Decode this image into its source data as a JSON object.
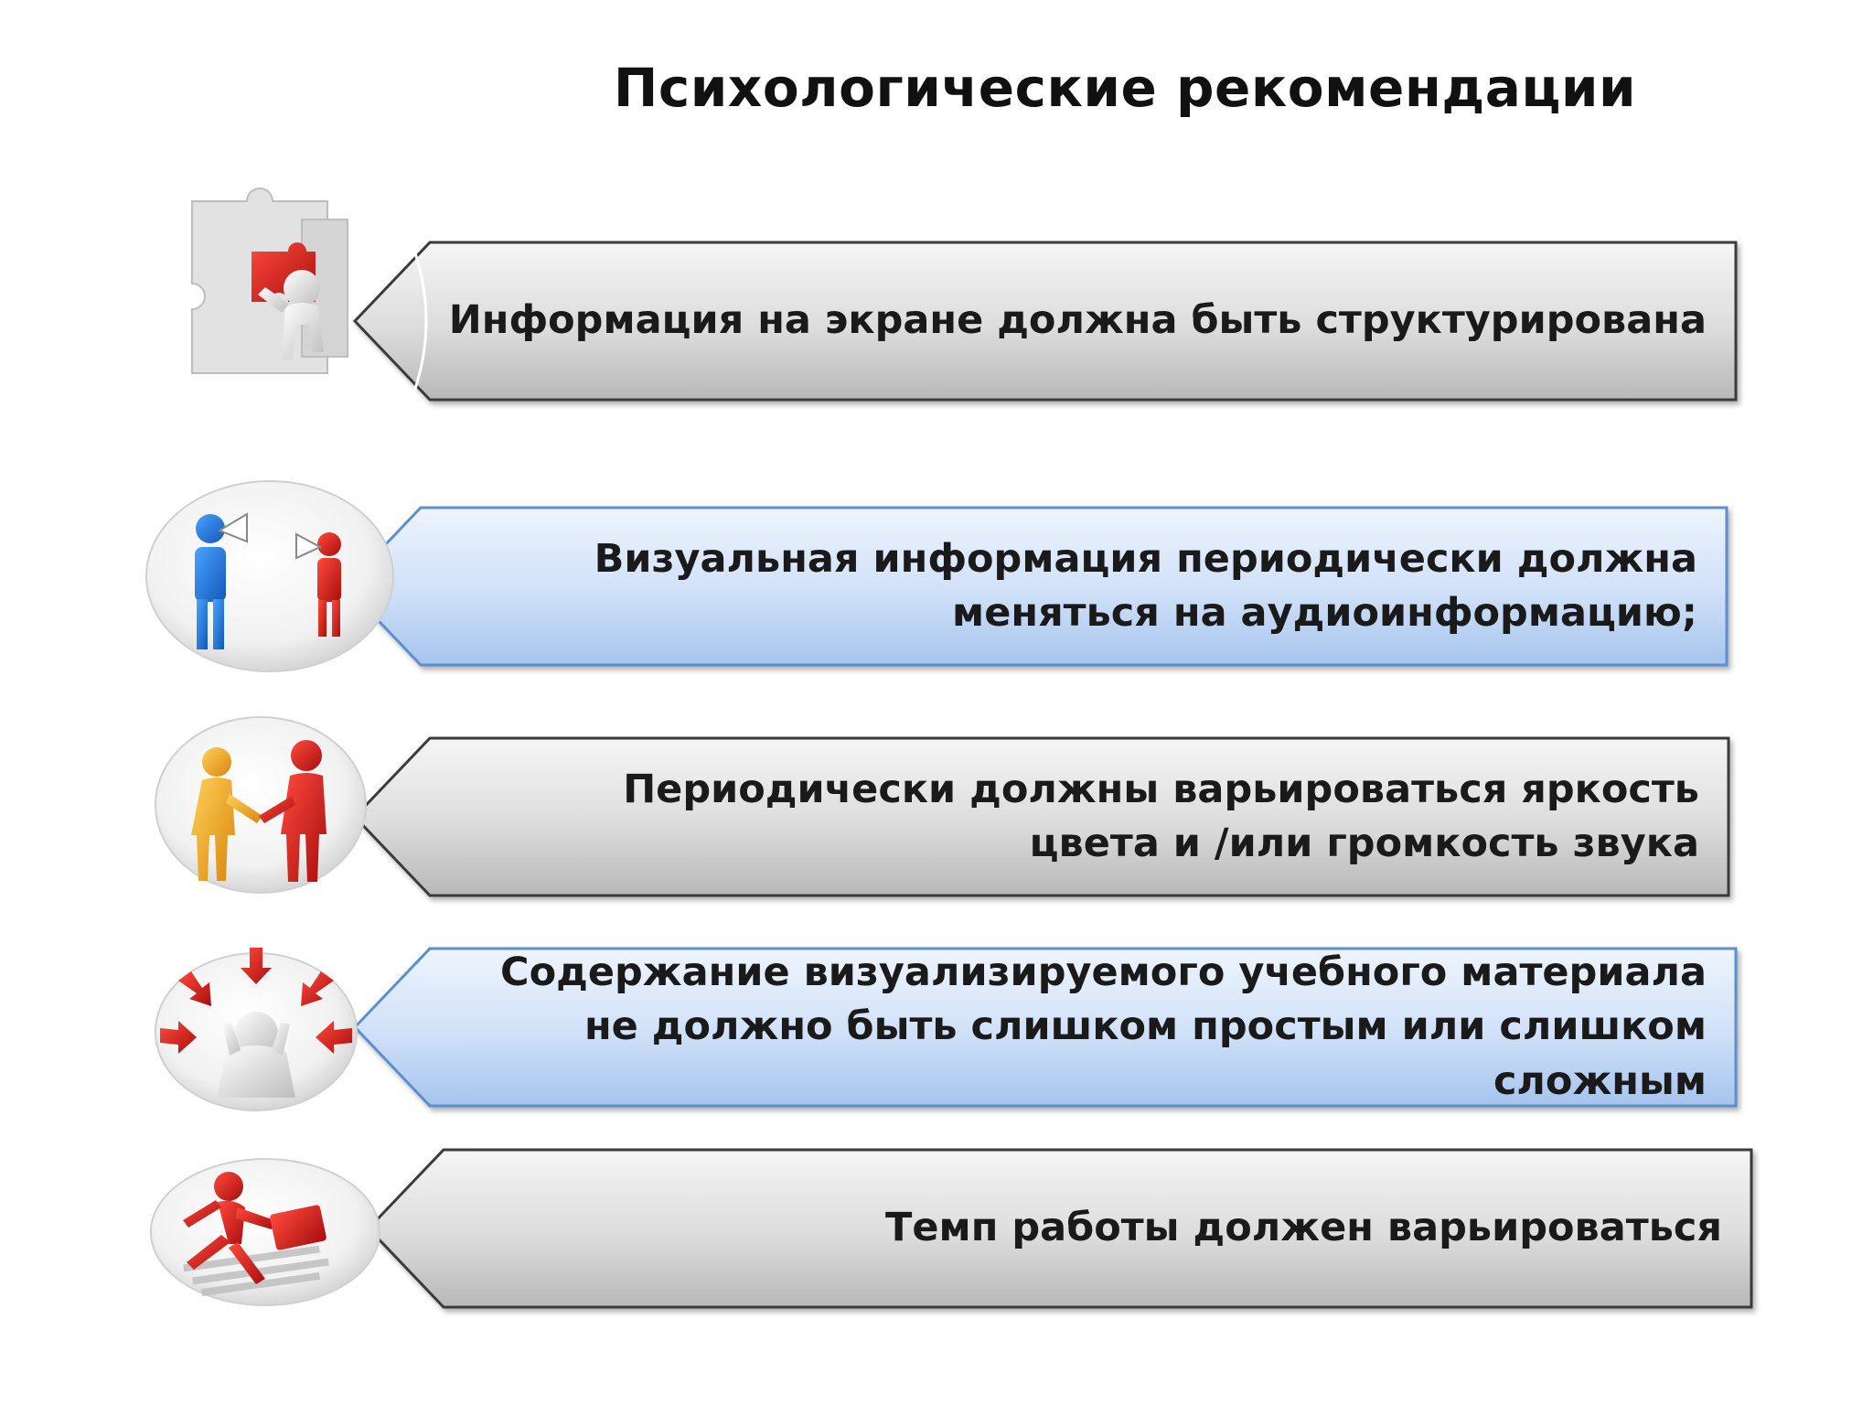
{
  "title": "Психологические рекомендации",
  "items": [
    {
      "text": "Информация на экране должна быть структурирована",
      "icon": "puzzle-figure-icon",
      "style": "gray"
    },
    {
      "text": "Визуальная информация периодически должна меняться на аудиоинформацию;",
      "icon": "megaphone-figures-icon",
      "style": "blue"
    },
    {
      "text": "Периодически должны варьироваться яркость цвета и /или громкость звука",
      "icon": "handshake-figures-icon",
      "style": "gray"
    },
    {
      "text": "Содержание визуализируемого учебного материала не должно быть слишком простым или слишком сложным",
      "icon": "stress-arrows-icon",
      "style": "blue"
    },
    {
      "text": "Темп работы должен варьироваться",
      "icon": "running-figure-icon",
      "style": "gray"
    }
  ],
  "colors": {
    "gray_top": "#f4f4f4",
    "gray_bottom": "#b9b9b9",
    "gray_stroke": "#3a3a3a",
    "blue_top": "#e9f1fc",
    "blue_bottom": "#a8c6ef",
    "blue_stroke": "#5b8fd0"
  }
}
